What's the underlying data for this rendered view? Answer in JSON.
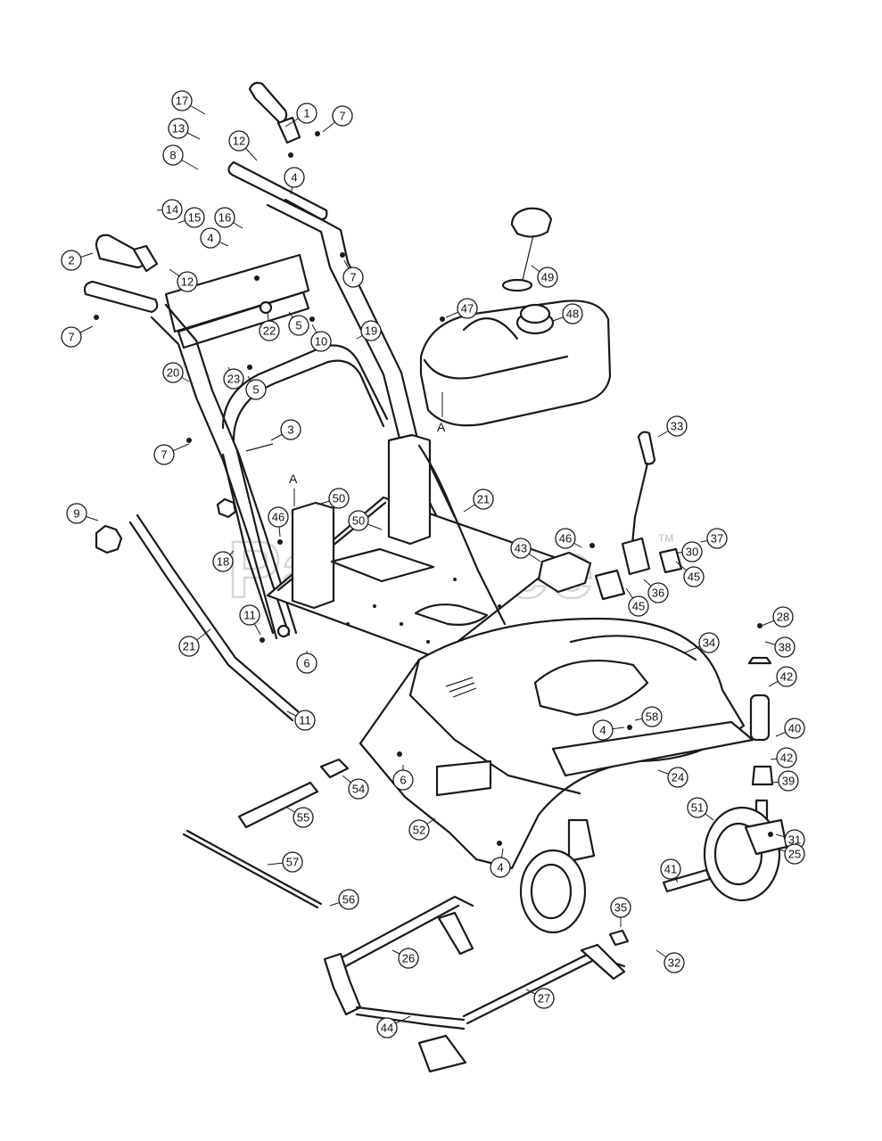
{
  "watermark": {
    "text": "PartsTree",
    "trademark": "TM"
  },
  "reference_marks": [
    "A",
    "A"
  ],
  "callouts": [
    "1",
    "7",
    "12",
    "13",
    "17",
    "8",
    "4",
    "14",
    "15",
    "16",
    "2",
    "4",
    "12",
    "7",
    "7",
    "47",
    "49",
    "48",
    "22",
    "5",
    "10",
    "19",
    "20",
    "23",
    "5",
    "7",
    "3",
    "21",
    "33",
    "9",
    "50",
    "46",
    "50",
    "43",
    "46",
    "45",
    "18",
    "37",
    "30",
    "36",
    "45",
    "11",
    "21",
    "6",
    "34",
    "28",
    "38",
    "42",
    "11",
    "4",
    "58",
    "40",
    "42",
    "6",
    "54",
    "24",
    "39",
    "55",
    "52",
    "51",
    "31",
    "25",
    "57",
    "4",
    "41",
    "56",
    "35",
    "26",
    "32",
    "27",
    "44"
  ]
}
